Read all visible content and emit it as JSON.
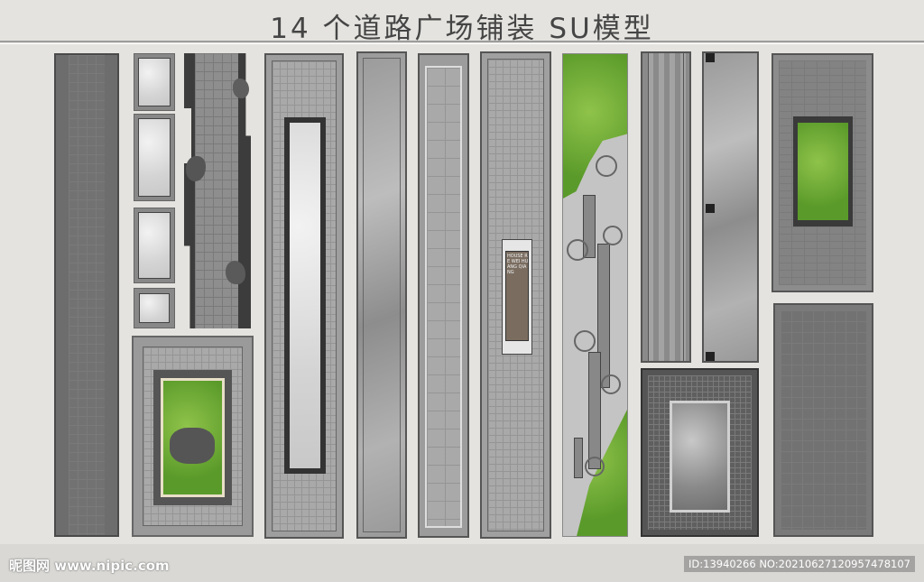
{
  "title": "14 个道路广场铺装 SU模型",
  "footer": {
    "brand": "昵图网 www.nipic.com",
    "id_text": "ID:13940266 NO:20210627120957478107"
  },
  "sign_text": "HOUSE RE WEI HUANG QIANG",
  "colors": {
    "background": "#e4e3df",
    "grass": "#6aa834",
    "dark_paving": "#6d6d6d",
    "light_paving": "#b5b5b5"
  }
}
